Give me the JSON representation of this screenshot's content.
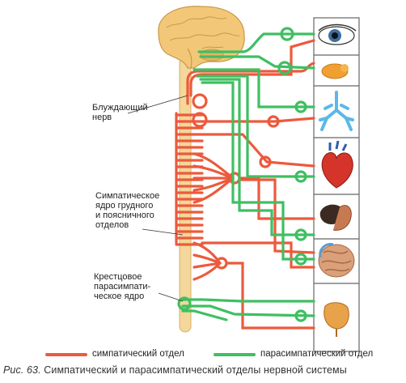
{
  "labels": {
    "vagus_nerve": [
      "Блуждающий",
      "нерв"
    ],
    "sympathetic_nucleus": [
      "Симпатическое",
      "ядро грудного",
      "и поясничного",
      "отделов"
    ],
    "sacral_nucleus": [
      "Крестцовое",
      "парасимпати-",
      "ческое ядро"
    ]
  },
  "legend": {
    "sympathetic": "симпатический отдел",
    "parasympathetic": "парасимпатический отдел"
  },
  "caption": {
    "figure": "Рис. 63.",
    "text": "Симпатический и парасимпатический отделы нервной системы"
  },
  "colors": {
    "sympathetic": "#ec5a3c",
    "parasympathetic": "#3fbf62",
    "brain": "#f2c878",
    "spinal_cord": "#f4d79a",
    "organ_frame": "#555555"
  },
  "organs": [
    "eye-icon",
    "salivary-gland-icon",
    "lungs-icon",
    "heart-icon",
    "stomach-liver-icon",
    "intestine-icon",
    "bladder-icon"
  ]
}
